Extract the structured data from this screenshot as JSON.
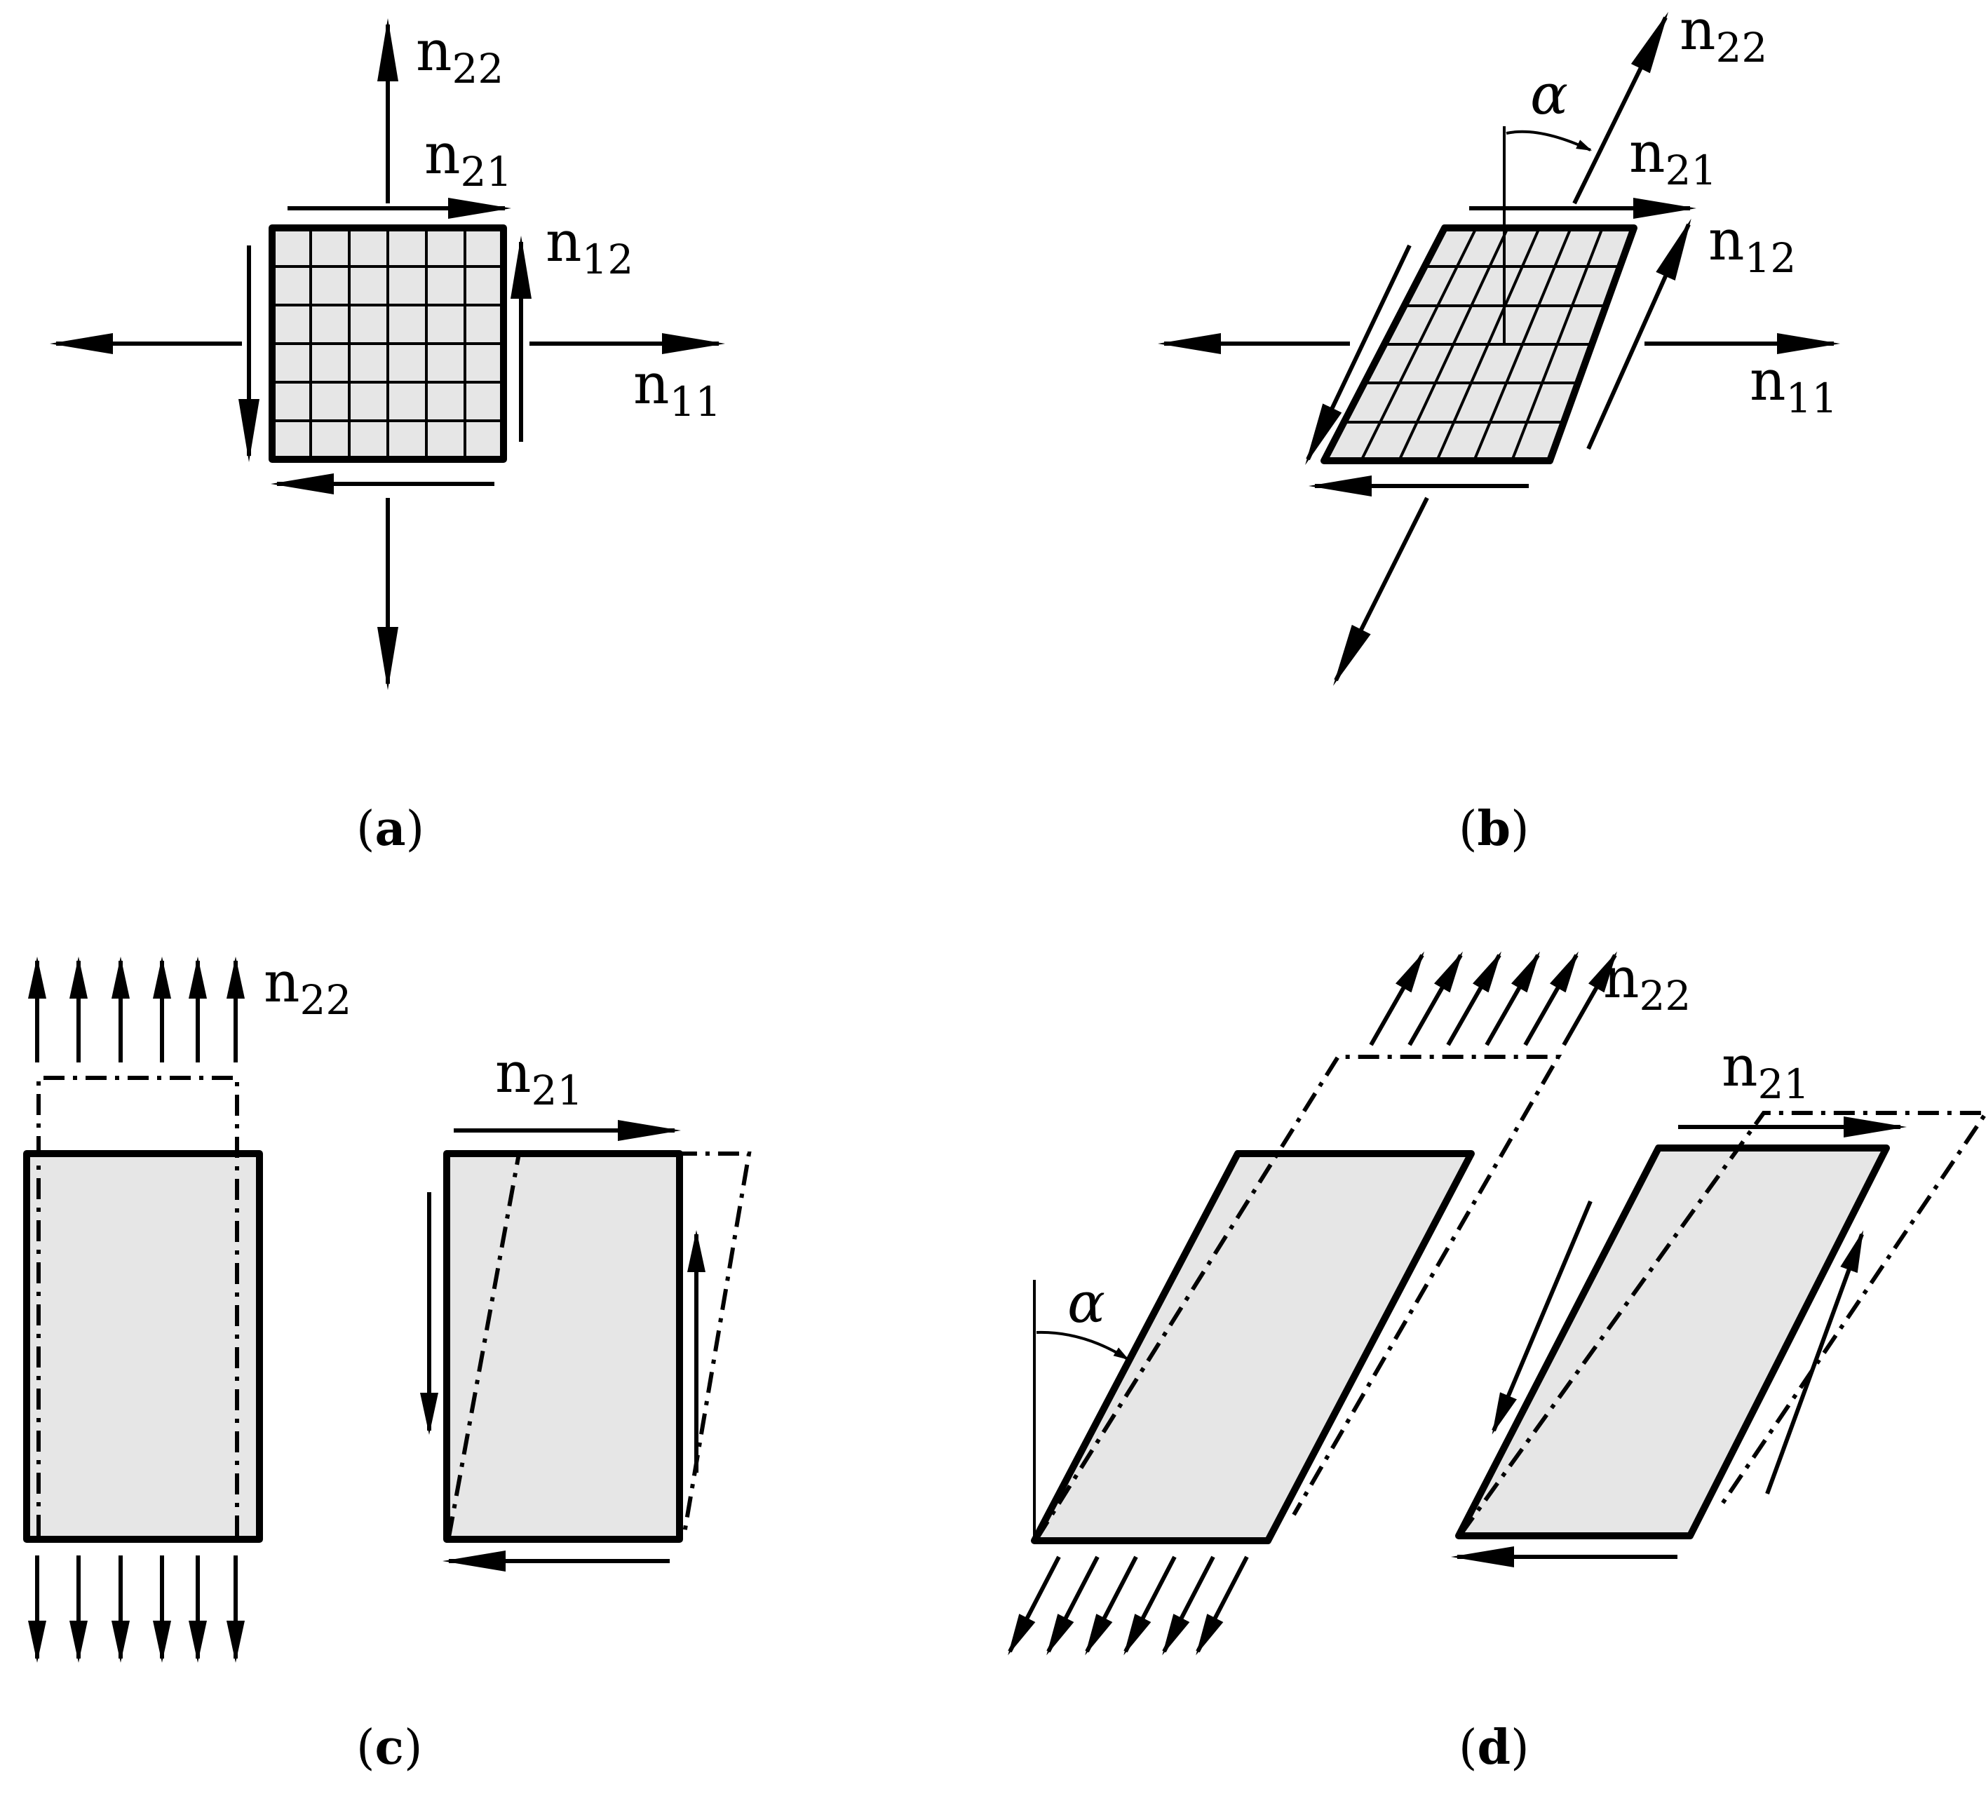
{
  "panels": {
    "a": {
      "caption": {
        "open": "(",
        "letter": "a",
        "close": ")"
      },
      "labels": {
        "n22": {
          "base": "n",
          "sub": "22"
        },
        "n21": {
          "base": "n",
          "sub": "21"
        },
        "n12": {
          "base": "n",
          "sub": "12"
        },
        "n11": {
          "base": "n",
          "sub": "11"
        }
      }
    },
    "b": {
      "caption": {
        "open": "(",
        "letter": "b",
        "close": ")"
      },
      "angle": "α",
      "labels": {
        "n22": {
          "base": "n",
          "sub": "22"
        },
        "n21": {
          "base": "n",
          "sub": "21"
        },
        "n12": {
          "base": "n",
          "sub": "12"
        },
        "n11": {
          "base": "n",
          "sub": "11"
        }
      }
    },
    "c": {
      "caption": {
        "open": "(",
        "letter": "c",
        "close": ")"
      },
      "labels": {
        "n22": {
          "base": "n",
          "sub": "22"
        },
        "n21": {
          "base": "n",
          "sub": "21"
        }
      }
    },
    "d": {
      "caption": {
        "open": "(",
        "letter": "d",
        "close": ")"
      },
      "angle": "α",
      "labels": {
        "n22": {
          "base": "n",
          "sub": "22"
        },
        "n21": {
          "base": "n",
          "sub": "21"
        }
      }
    }
  },
  "colors": {
    "plate_fill": "#e6e6e6",
    "stroke": "#000000"
  }
}
